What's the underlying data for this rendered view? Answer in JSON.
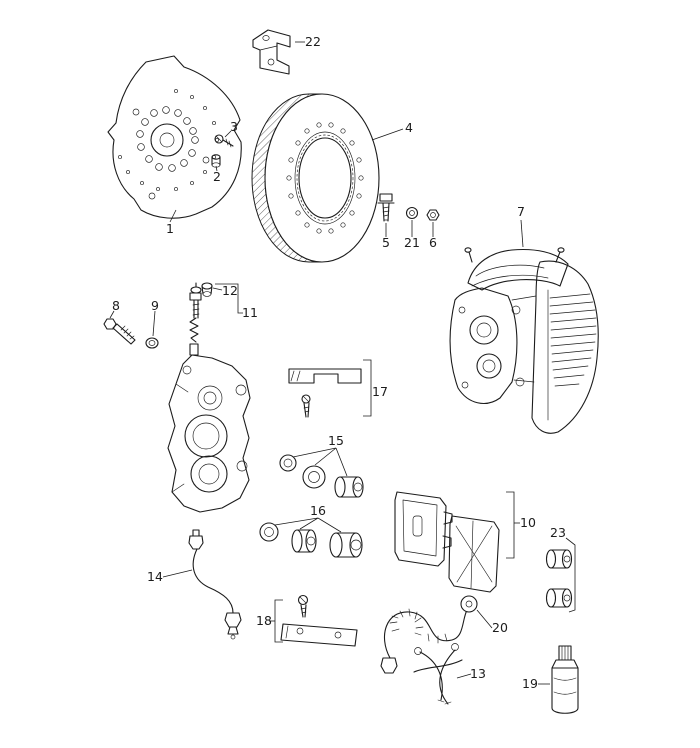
{
  "diagram": {
    "callouts": [
      "1",
      "2",
      "3",
      "4",
      "5",
      "6",
      "7",
      "8",
      "9",
      "10",
      "11",
      "12",
      "13",
      "14",
      "15",
      "16",
      "17",
      "18",
      "19",
      "20",
      "21",
      "22",
      "23"
    ]
  },
  "colors": {
    "background": "#ffffff",
    "line": "#1c1c1c"
  }
}
